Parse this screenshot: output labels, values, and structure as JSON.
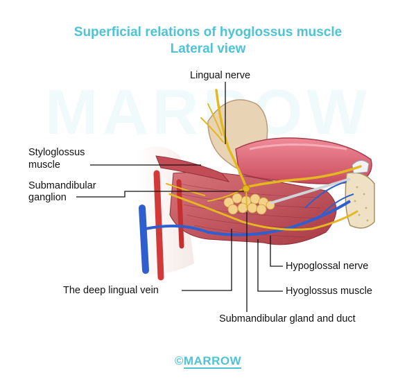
{
  "title": {
    "line1": "Superficial relations of hyoglossus muscle",
    "line2": "Lateral view"
  },
  "labels": {
    "lingual_nerve": "Lingual nerve",
    "styloglossus_line1": "Styloglossus",
    "styloglossus_line2": "muscle",
    "submandibular_line1": "Submandibular",
    "submandibular_line2": "ganglion",
    "hypoglossal_nerve": "Hypoglossal nerve",
    "deep_lingual_vein": "The deep lingual vein",
    "hyoglossus_muscle": "Hyoglossus muscle",
    "submandibular_gland": "Submandibular gland and duct"
  },
  "watermark": "MARROW",
  "footer": {
    "copyright": "©",
    "brand": "MARROW"
  },
  "colors": {
    "title": "#4ec3d6",
    "muscle": "#c9545c",
    "tongue": "#e0707e",
    "nerve": "#e3b820",
    "vein": "#2f5fcf",
    "artery": "#d23a3a",
    "gland": "#f3d08a",
    "bone": "#efe2c4"
  }
}
